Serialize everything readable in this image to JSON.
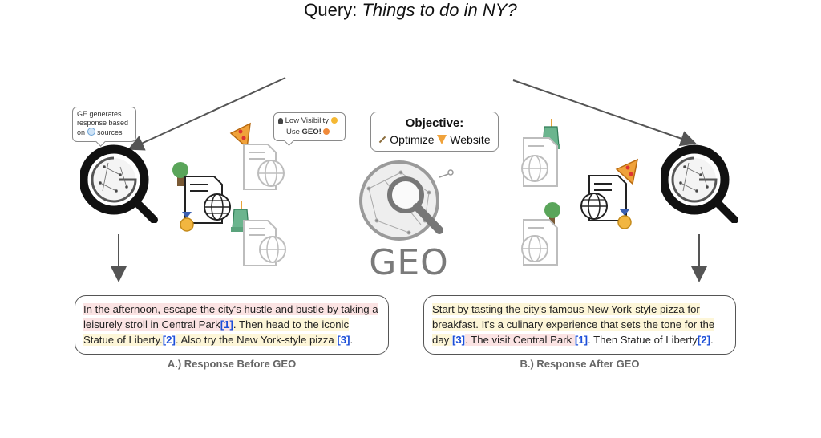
{
  "query": {
    "prefix": "Query:",
    "text": "Things to do in NY?"
  },
  "left_bubble": {
    "line1": "GE generates",
    "line2": "response based",
    "line3_a": "on",
    "line3_b": "sources"
  },
  "mid_bubble": {
    "line1": "Low Visibility",
    "line2_a": "Use",
    "line2_b": "GEO!"
  },
  "objective": {
    "title": "Objective:",
    "line_a": "Optimize",
    "line_b": "Website"
  },
  "geo_label": "GEO",
  "icons": {
    "engine": "generative-engine-logo-icon",
    "documents": [
      "park-document-icon",
      "pizza-document-icon",
      "liberty-document-icon"
    ],
    "medal": "medal-icon"
  },
  "colors": {
    "highlight_red": "#fbe3e3",
    "highlight_yellow": "#fdf6d8",
    "citation_blue": "#1d4fd8"
  },
  "responses": {
    "before": {
      "s1": "In the afternoon, escape the city's hustle and bustle by taking a leisurely stroll in Central Park",
      "c1": "[1]",
      "s2": ". Then head to the iconic Statue of Liberty.",
      "c2": "[2]",
      "s3": ". Also try the New York-style pizza ",
      "c3": "[3]",
      "s4": ".",
      "caption": "A.) Response Before GEO"
    },
    "after": {
      "s1": "Start by tasting the city's famous New York-style pizza for breakfast. It's a culinary experience that sets the tone for the day ",
      "c1": "[3]",
      "s2": ". The visit Central Park ",
      "c2": "[1]",
      "s3": ". Then Statue of Liberty",
      "c3": "[2]",
      "s4": ".",
      "caption": "B.) Response After GEO"
    }
  }
}
